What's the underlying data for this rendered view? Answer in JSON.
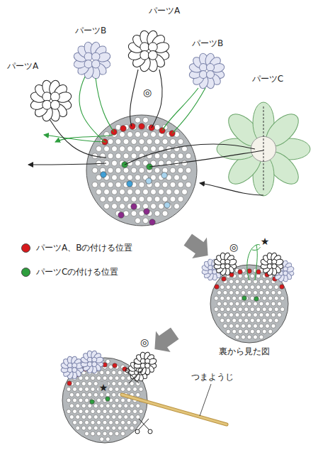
{
  "diagram": {
    "labels": [
      "パーツA",
      "パーツB",
      "パーツB",
      "パーツA",
      "パーツC",
      "◎",
      "★",
      "◎",
      "裏から見た図",
      "◎",
      "★",
      "つまようじ"
    ],
    "legend": [
      {
        "text": "パーツA、Bの付ける位置",
        "color": "#d7191c"
      },
      {
        "text": "パーツCの付ける位置",
        "color": "#2e9e3e"
      }
    ]
  }
}
